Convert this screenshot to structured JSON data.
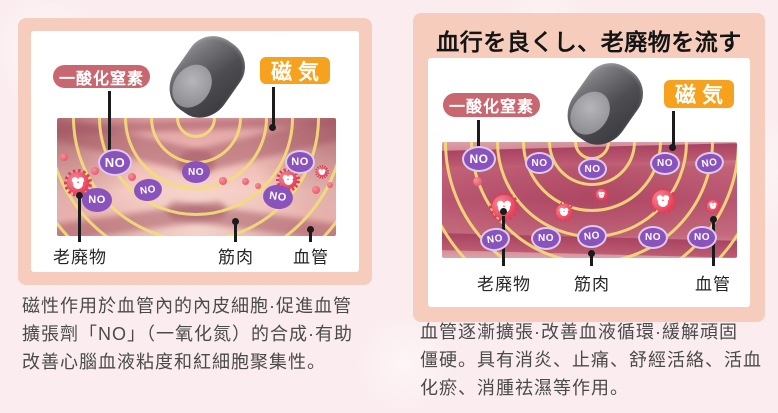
{
  "shared": {
    "no_label": "NO",
    "nitric_badge": "一酸化窒素",
    "magnet_badge": "磁気",
    "waste_label": "老廃物",
    "muscle_label": "筋肉",
    "vessel_label": "血管"
  },
  "left_panel": {
    "caption_lines": [
      "磁性作用於血管內的內皮細胞·促進血管",
      "擴張劑「NO」（一氧化氮）的合成·有助",
      "改善心腦血液粘度和紅細胞聚集性。"
    ]
  },
  "right_panel": {
    "title": "血行を良くし、老廃物を流す",
    "caption_lines": [
      "血管逐漸擴張·改善血液循環·緩解頑固",
      "僵硬。具有消炎、止痛、舒經活絡、活血",
      "化瘀、消腫祛濕等作用。"
    ]
  },
  "colors": {
    "page_bg": "#FBEDEF",
    "frame": "#F6CDBD",
    "badge_rose": "#C96770",
    "badge_orange": "#F6A21E",
    "no_purple": "#8A52BC",
    "arc_yellow": "#F3DC79",
    "waste_red": "#E83F5A",
    "vessel_band": "#A84361",
    "title_text": "#141414",
    "caption_text": "#4A4A4A"
  }
}
